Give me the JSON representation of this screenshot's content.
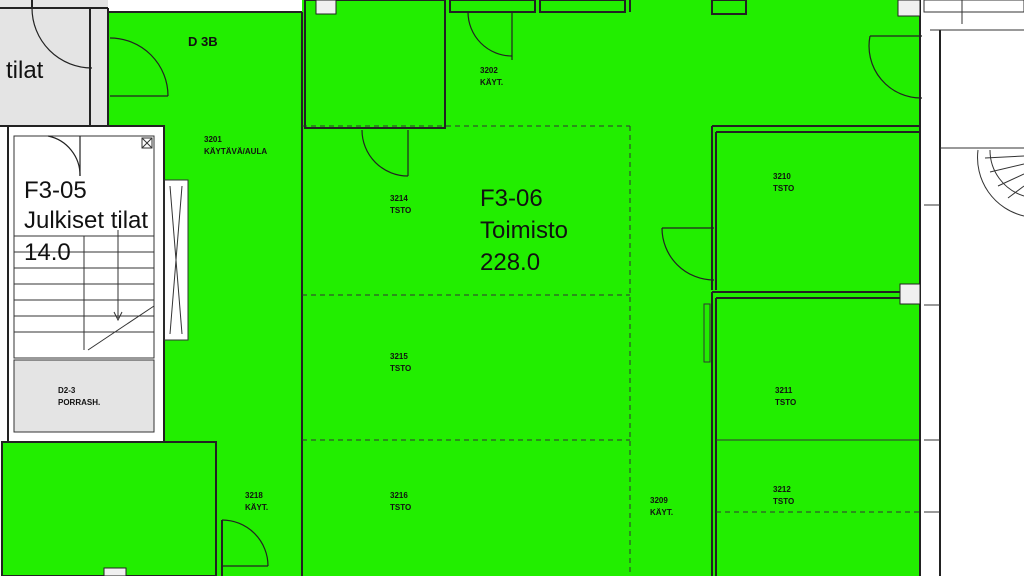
{
  "zone_f306": {
    "code": "F3-06",
    "name": "Toimisto",
    "area": "228.0"
  },
  "zone_f305": {
    "code": "F3-05",
    "name": "Julkiset tilat",
    "area": "14.0"
  },
  "partial_label": "tilat",
  "block_label": "D 3B",
  "rooms": [
    {
      "no": "3201",
      "type": "KÄYTÄVÄ/AULA"
    },
    {
      "no": "3202",
      "type": "KÄYT."
    },
    {
      "no": "3214",
      "type": "TSTO"
    },
    {
      "no": "3215",
      "type": "TSTO"
    },
    {
      "no": "3216",
      "type": "TSTO"
    },
    {
      "no": "3218",
      "type": "KÄYT."
    },
    {
      "no": "3209",
      "type": "KÄYT."
    },
    {
      "no": "3210",
      "type": "TSTO"
    },
    {
      "no": "3211",
      "type": "TSTO"
    },
    {
      "no": "3212",
      "type": "TSTO"
    },
    {
      "no": "D2-3",
      "type": "PORRASH."
    }
  ],
  "colors": {
    "zone_fill": "#22ee00",
    "grey_fill": "#e4e4e4",
    "wall": "#222222"
  }
}
